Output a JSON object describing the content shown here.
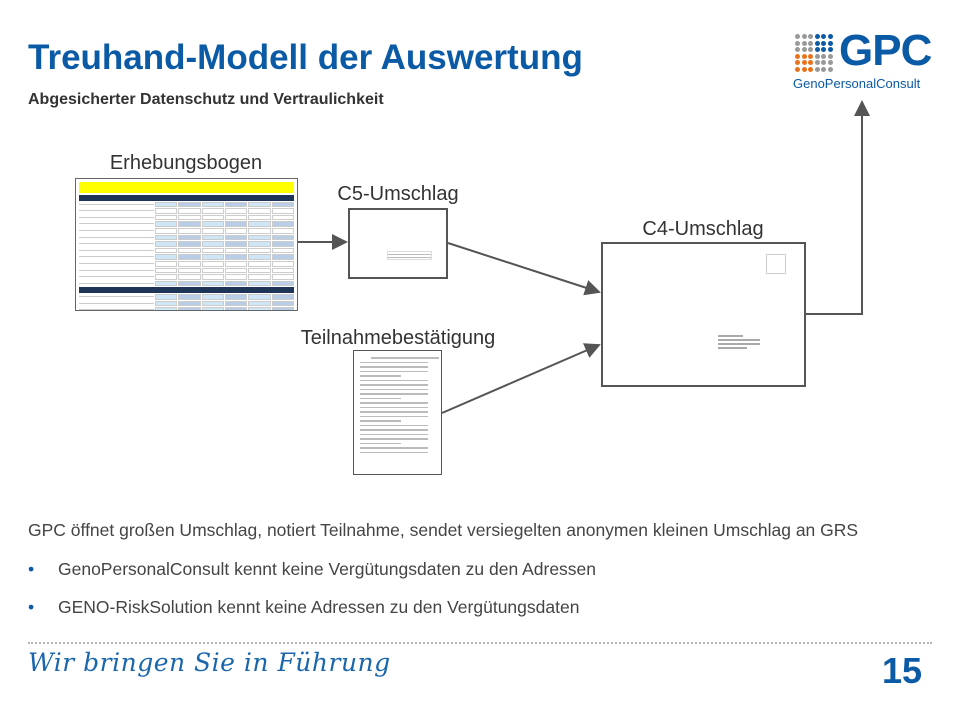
{
  "header": {
    "title": "Treuhand-Modell der Auswertung",
    "subtitle": "Abgesicherter Datenschutz und Vertraulichkeit"
  },
  "logo": {
    "name": "GPC",
    "subtitle": "GenoPersonalConsult"
  },
  "diagram": {
    "survey_label": "Erhebungsbogen",
    "c5_label": "C5-Umschlag",
    "c4_label": "C4-Umschlag",
    "confirmation_label": "Teilnahmebestätigung"
  },
  "body": {
    "text": "GPC öffnet großen Umschlag, notiert Teilnahme, sendet versiegelten anonymen kleinen Umschlag an GRS",
    "bullets": [
      "GenoPersonalConsult kennt keine Vergütungsdaten zu den Adressen",
      "GENO-RiskSolution kennt keine Adressen zu den Vergütungsdaten"
    ]
  },
  "footer": {
    "slogan": "Wir bringen Sie in Führung",
    "page_number": "15"
  },
  "colors": {
    "brand_blue": "#0b5aa6",
    "orange": "#e8731a",
    "yellow": "#ffff00"
  }
}
